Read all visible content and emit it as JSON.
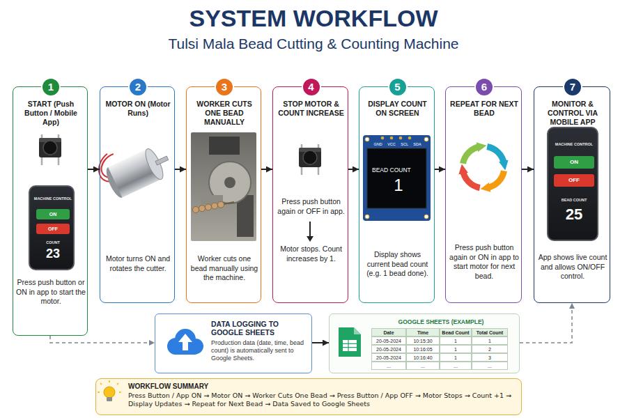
{
  "diagram": {
    "title": "SYSTEM WORKFLOW",
    "nodes": [
      {
        "text": [
          "1",
          "START (Push Button / Mobile App)",
          "Press push button or ON in app to start the motor."
        ]
      },
      {
        "text": [
          "MACHINE CONTROL",
          "COUNT",
          "23"
        ],
        "in": 0
      },
      {
        "text": [
          "ON"
        ],
        "in": 1
      },
      {
        "text": [
          "OFF"
        ],
        "in": 1
      },
      {
        "text": [
          "2",
          "MOTOR ON (Motor Runs)",
          "Motor turns ON and rotates the cutter."
        ]
      },
      {
        "text": [
          "3",
          "WORKER CUTS ONE BEAD MANUALLY",
          "Worker cuts one bead manually using the machine."
        ]
      },
      {
        "text": [
          "4",
          "STOP MOTOR & COUNT INCREASE",
          "Press push button again or OFF in app.",
          "Motor stops. Count increases by 1."
        ]
      },
      {
        "text": [
          "5",
          "DISPLAY COUNT ON SCREEN",
          "Display shows current bead count (e.g. 1 bead done)."
        ]
      },
      {
        "text": [
          "GND VCC SCL SDA",
          "BEAD COUNT",
          "1"
        ],
        "in": 7
      },
      {
        "text": [
          "6",
          "REPEAT FOR NEXT BEAD",
          "Press push button again or ON in app to start motor for next bead."
        ]
      },
      {
        "text": [
          "7",
          "MONITOR & CONTROL VIA MOBILE APP",
          "App shows live count and allows ON/OFF control."
        ]
      },
      {
        "text": [
          "MACHINE CONTROL",
          "BEAD COUNT",
          "25"
        ],
        "in": 10
      },
      {
        "text": [
          "ON"
        ],
        "in": 11
      },
      {
        "text": [
          "OFF"
        ],
        "in": 11
      },
      {
        "text": [
          "DATA LOGGING TO GOOGLE SHEETS",
          "Production data (date, time, bead count) is automatically sent to Google Sheets."
        ]
      },
      {
        "text": [
          "GOOGLE SHEETS (EXAMPLE)"
        ]
      },
      {
        "text": [
          "WORKFLOW SUMMARY",
          "Press Button / App ON → Motor ON → Worker Cuts One Bead → Press Button / App OFF → Motor Stops → Count +1 → Display Updates → Repeat for Next Bead → Data Saved to Google Sheets"
        ]
      }
    ],
    "edges": [
      {
        "from": 0,
        "to": 4,
        "arrow": "to"
      },
      {
        "from": 4,
        "to": 5,
        "arrow": "to"
      },
      {
        "from": 5,
        "to": 6,
        "arrow": "to"
      },
      {
        "from": 6,
        "to": 7,
        "arrow": "to"
      },
      {
        "from": 7,
        "to": 9,
        "arrow": "to"
      },
      {
        "from": 9,
        "to": 10,
        "arrow": "to"
      },
      {
        "from": 0,
        "to": 14,
        "arrow": "to"
      },
      {
        "from": 14,
        "to": 15,
        "arrow": "to"
      },
      {
        "from": 15,
        "to": 10,
        "arrow": "to"
      }
    ],
    "labels": [
      "Tulsi Mala Bead Cutting & Counting Machine",
      "Date",
      "Time",
      "Bead Count",
      "Total Count",
      "20-05-2024",
      "10:15:30",
      "1",
      "1",
      "20-05-2024",
      "10:16:05",
      "1",
      "2",
      "20-05-2024",
      "10:16:40",
      "1",
      "3",
      "...",
      "...",
      "...",
      "..."
    ]
  }
}
